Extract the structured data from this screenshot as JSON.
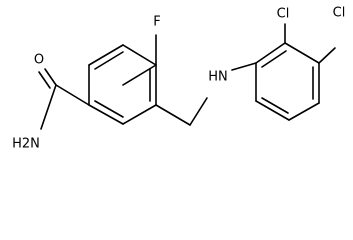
{
  "molecule": {
    "atom_labels": {
      "fluorine": "F",
      "amine_nh": "HN",
      "chlorine_top_left": "Cl",
      "chlorine_top_right": "Cl",
      "amide_oxygen": "O",
      "amide_nh2": "H2N"
    }
  }
}
